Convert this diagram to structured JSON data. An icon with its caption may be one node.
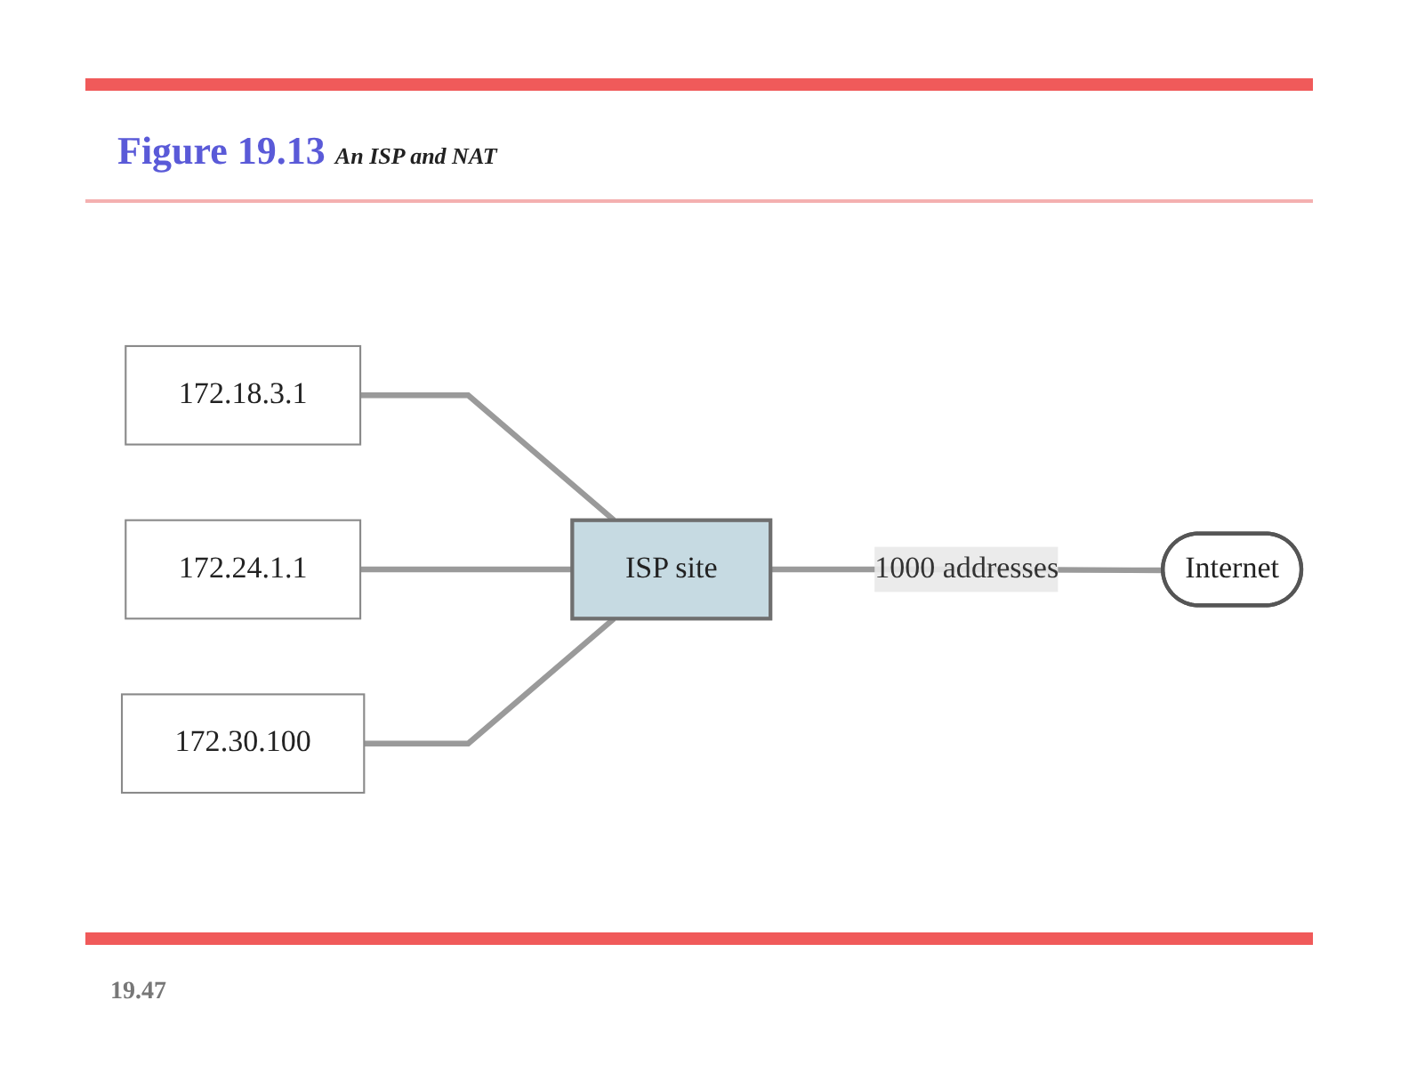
{
  "diagram": {
    "title": "Figure 19.13 *An ISP and NAT*",
    "nodes": [
      {
        "text": [
          "172.18.3.1"
        ]
      },
      {
        "text": [
          "172.24.1.1"
        ]
      },
      {
        "text": [
          "172.30.100"
        ]
      },
      {
        "text": [
          "ISP site"
        ]
      },
      {
        "text": [
          "Internet"
        ]
      }
    ],
    "edges": [
      {
        "from": 0,
        "to": 3,
        "arrow": "none"
      },
      {
        "from": 1,
        "to": 3,
        "arrow": "none"
      },
      {
        "from": 2,
        "to": 3,
        "arrow": "none"
      },
      {
        "from": 3,
        "to": 4,
        "arrow": "none",
        "label": "1000 addresses"
      }
    ],
    "labels": [
      "19.47"
    ]
  }
}
